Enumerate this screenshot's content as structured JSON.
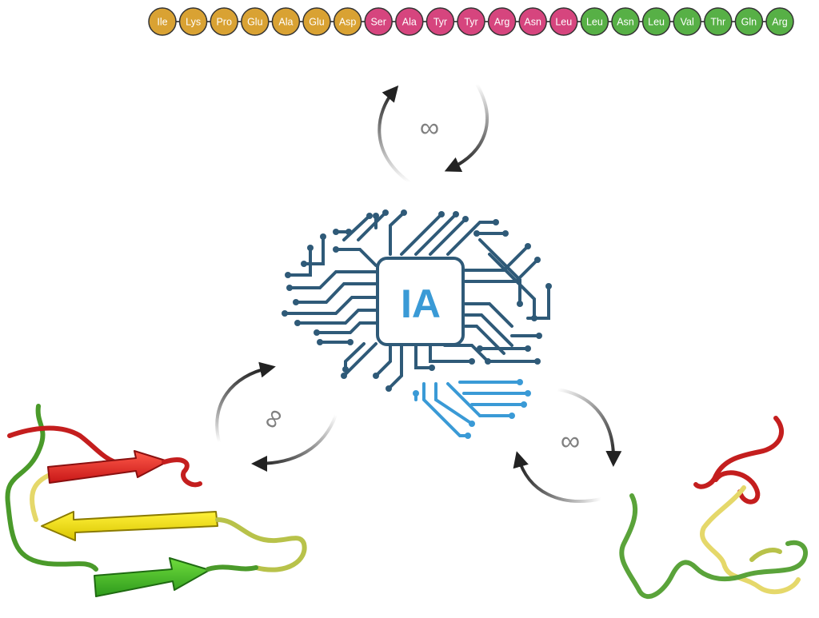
{
  "sequence": [
    {
      "code": "Ile",
      "group": "orange"
    },
    {
      "code": "Lys",
      "group": "orange"
    },
    {
      "code": "Pro",
      "group": "orange"
    },
    {
      "code": "Glu",
      "group": "orange"
    },
    {
      "code": "Ala",
      "group": "orange"
    },
    {
      "code": "Glu",
      "group": "orange"
    },
    {
      "code": "Asp",
      "group": "orange"
    },
    {
      "code": "Ser",
      "group": "pink"
    },
    {
      "code": "Ala",
      "group": "pink"
    },
    {
      "code": "Tyr",
      "group": "pink"
    },
    {
      "code": "Tyr",
      "group": "pink"
    },
    {
      "code": "Arg",
      "group": "pink"
    },
    {
      "code": "Asn",
      "group": "pink"
    },
    {
      "code": "Leu",
      "group": "pink"
    },
    {
      "code": "Leu",
      "group": "green"
    },
    {
      "code": "Asn",
      "group": "green"
    },
    {
      "code": "Leu",
      "group": "green"
    },
    {
      "code": "Val",
      "group": "green"
    },
    {
      "code": "Thr",
      "group": "green"
    },
    {
      "code": "Gln",
      "group": "green"
    },
    {
      "code": "Arg",
      "group": "green"
    }
  ],
  "colors": {
    "orange": "#d9a233",
    "pink": "#d6457e",
    "green": "#57b046",
    "circuit_dark": "#2f5a78",
    "circuit_light": "#3a9ad6",
    "ia_text": "#3a9ad6",
    "arrow": "#222222",
    "infinity": "#808080"
  },
  "center_label": "IA",
  "cycle_symbol": "∞",
  "icons": [
    "brain-circuit-icon",
    "chip-icon",
    "cycle-arrow-icon",
    "folded-protein-icon",
    "unfolded-protein-icon"
  ]
}
